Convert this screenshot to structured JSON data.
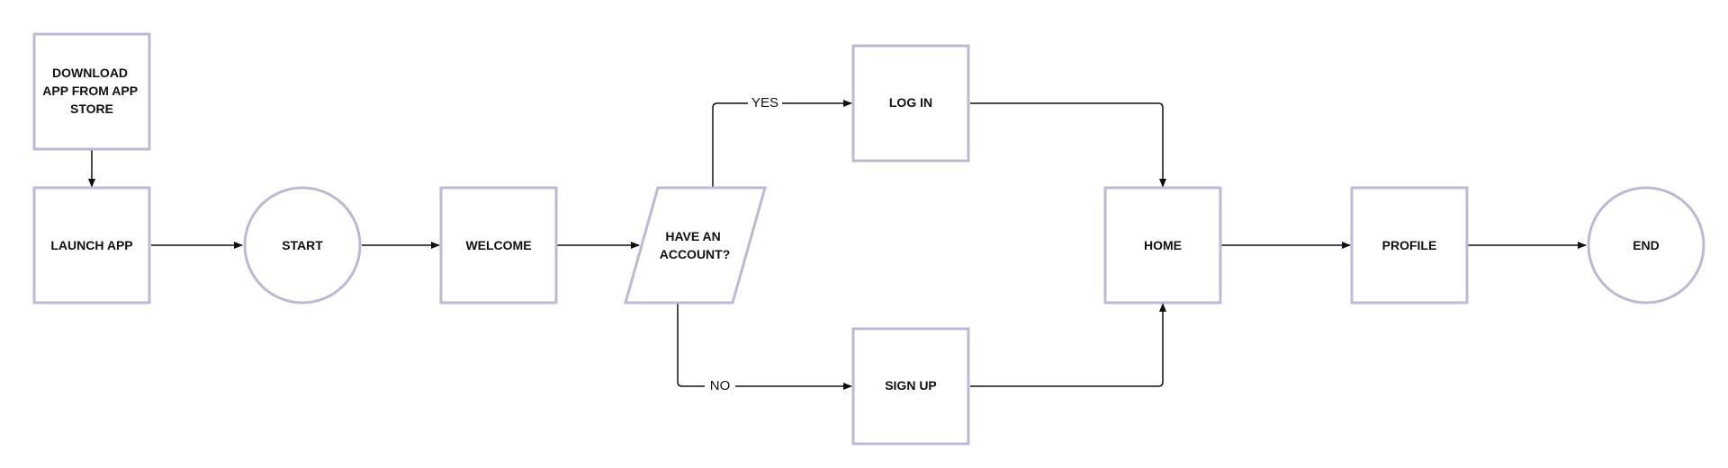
{
  "diagram": {
    "nodes": [
      {
        "id": "download",
        "shape": "rect",
        "lines": [
          "DOWNLOAD",
          "APP FROM APP",
          "STORE"
        ]
      },
      {
        "id": "launch",
        "shape": "rect",
        "lines": [
          "LAUNCH APP"
        ]
      },
      {
        "id": "start",
        "shape": "circle",
        "lines": [
          "START"
        ]
      },
      {
        "id": "welcome",
        "shape": "rect",
        "lines": [
          "WELCOME"
        ]
      },
      {
        "id": "account",
        "shape": "parallelogram",
        "lines": [
          "HAVE AN",
          "ACCOUNT?"
        ]
      },
      {
        "id": "login",
        "shape": "rect",
        "lines": [
          "LOG IN"
        ]
      },
      {
        "id": "signup",
        "shape": "rect",
        "lines": [
          "SIGN UP"
        ]
      },
      {
        "id": "home",
        "shape": "rect",
        "lines": [
          "HOME"
        ]
      },
      {
        "id": "profile",
        "shape": "rect",
        "lines": [
          "PROFILE"
        ]
      },
      {
        "id": "end",
        "shape": "circle",
        "lines": [
          "END"
        ]
      }
    ],
    "edges": [
      {
        "from": "download",
        "to": "launch",
        "label": ""
      },
      {
        "from": "launch",
        "to": "start",
        "label": ""
      },
      {
        "from": "start",
        "to": "welcome",
        "label": ""
      },
      {
        "from": "welcome",
        "to": "account",
        "label": ""
      },
      {
        "from": "account",
        "to": "login",
        "label": "YES"
      },
      {
        "from": "account",
        "to": "signup",
        "label": "NO"
      },
      {
        "from": "login",
        "to": "home",
        "label": ""
      },
      {
        "from": "signup",
        "to": "home",
        "label": ""
      },
      {
        "from": "home",
        "to": "profile",
        "label": ""
      },
      {
        "from": "profile",
        "to": "end",
        "label": ""
      }
    ],
    "colors": {
      "node_stroke": "#bdb8d7",
      "node_fill": "#ffffff",
      "edge": "#111111",
      "text": "#111111"
    }
  }
}
